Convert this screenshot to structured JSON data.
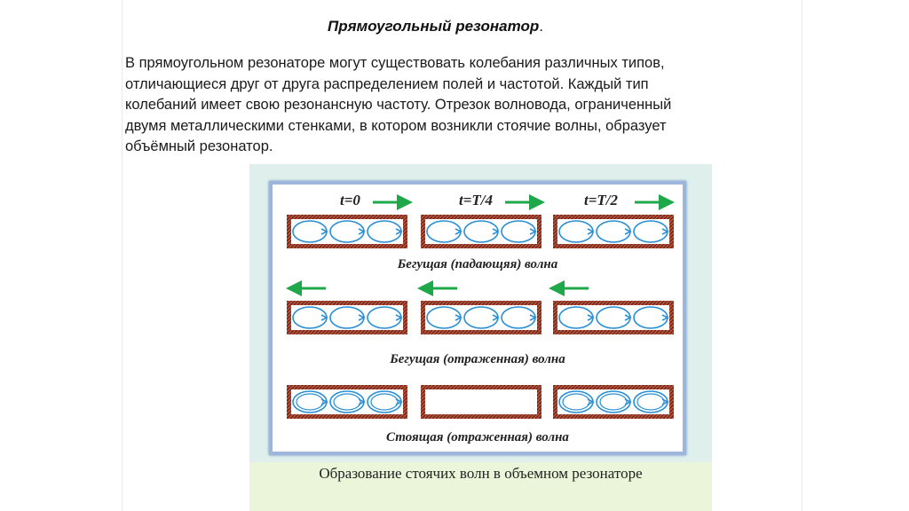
{
  "title": "Прямоугольный резонатор",
  "title_suffix": ".",
  "paragraph_lines": [
    "В прямоугольном резонаторе могут существовать колебания различных типов,",
    "отличающиеся друг от друга распределением полей и частотой. Каждый тип",
    "колебаний имеет свою резонансную частоту. Отрезок волновода, ограниченный",
    "двумя металлическими стенками, в котором возникли стоячие волны, образует",
    "объёмный резонатор."
  ],
  "figure": {
    "time_labels": [
      "t=0",
      "t=T/4",
      "t=T/2"
    ],
    "row_labels": [
      "Бегущая (падающяя) волна",
      "Бегущая (отраженная) волна",
      "Стоящая (отраженная) волна"
    ],
    "caption": "Образование стоячих волн в объемном резонаторе",
    "colors": {
      "wall": "#8b2a1a",
      "field_line": "#2a8fd4",
      "arrow": "#1fa84a",
      "frame": "#9fb6dc"
    },
    "arrow_directions": [
      "right",
      "left"
    ],
    "standing_wave_middle_empty": true
  }
}
